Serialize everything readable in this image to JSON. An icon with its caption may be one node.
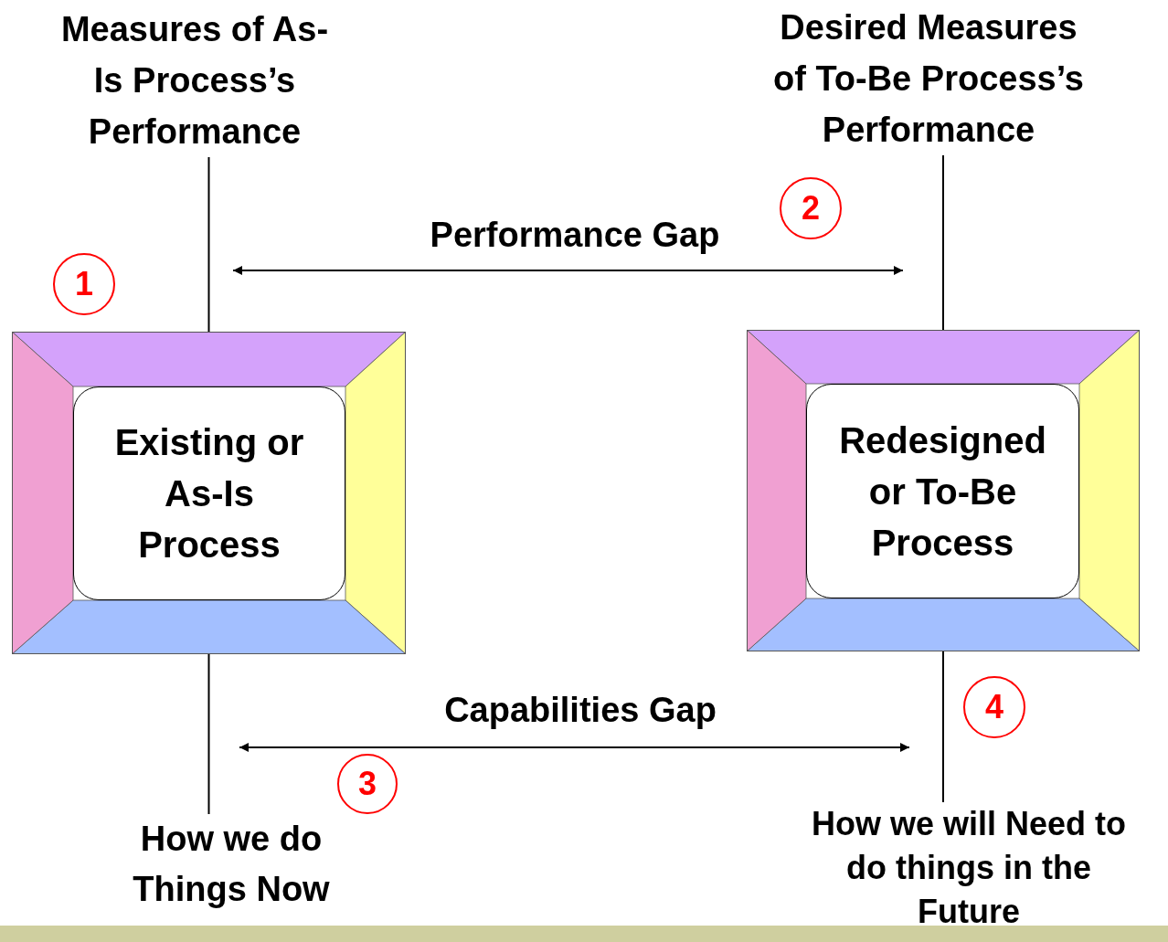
{
  "diagram": {
    "nodes": [
      {
        "text": [
          "Measures of As-Is Process’s Performance"
        ]
      },
      {
        "text": [
          "Desired Measures of To-Be Process’s Performance"
        ]
      },
      {
        "text": [
          "2"
        ]
      },
      {
        "text": [
          "1"
        ]
      },
      {
        "text": [
          "Existing or As-Is Process"
        ]
      },
      {
        "text": [
          "Redesigned or To-Be Process"
        ]
      },
      {
        "text": [
          "4"
        ]
      },
      {
        "text": [
          "3"
        ]
      },
      {
        "text": [
          "How we do Things Now"
        ]
      },
      {
        "text": [
          "How we will Need to do things in the Future"
        ]
      }
    ],
    "edges": [
      {
        "from": 4,
        "to": 0,
        "arrow": "none"
      },
      {
        "from": 5,
        "to": 1,
        "arrow": "none"
      },
      {
        "from": 4,
        "to": 8,
        "arrow": "none"
      },
      {
        "from": 5,
        "to": 9,
        "arrow": "none"
      }
    ],
    "labels": [
      "Performance Gap",
      "Capabilities Gap"
    ]
  }
}
